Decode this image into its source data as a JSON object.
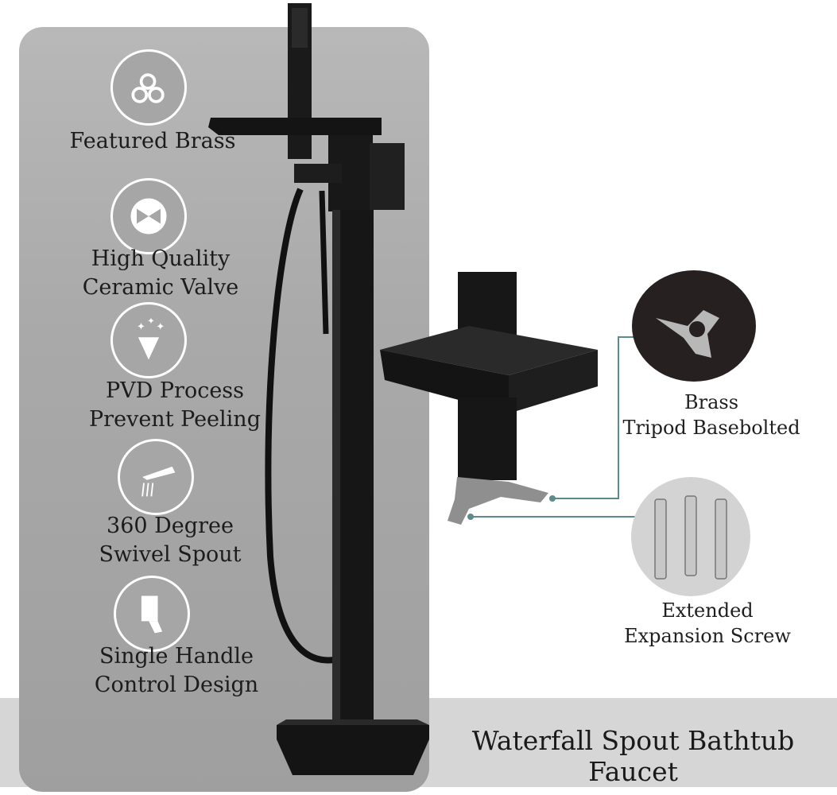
{
  "features": [
    {
      "label_line1": "Featured Brass",
      "label_line2": "",
      "icon": "brass-pipes-icon"
    },
    {
      "label_line1": "High Quality",
      "label_line2": "Ceramic Valve",
      "icon": "valve-icon"
    },
    {
      "label_line1": "PVD Process",
      "label_line2": "Prevent Peeling",
      "icon": "diamond-sparkle-icon"
    },
    {
      "label_line1": "360 Degree",
      "label_line2": "Swivel Spout",
      "icon": "swivel-spout-icon"
    },
    {
      "label_line1": "Single Handle",
      "label_line2": "Control Design",
      "icon": "single-handle-icon"
    }
  ],
  "details": [
    {
      "line1": "Brass",
      "line2": "Tripod Basebolted"
    },
    {
      "line1": "Extended",
      "line2": "Expansion Screw"
    }
  ],
  "product_name": "Waterfall Spout Bathtub Faucet",
  "colors": {
    "panel": "#a9a9a9",
    "faucet": "#151515",
    "leader_line": "#5d8a8a",
    "band": "#d6d6d6"
  }
}
